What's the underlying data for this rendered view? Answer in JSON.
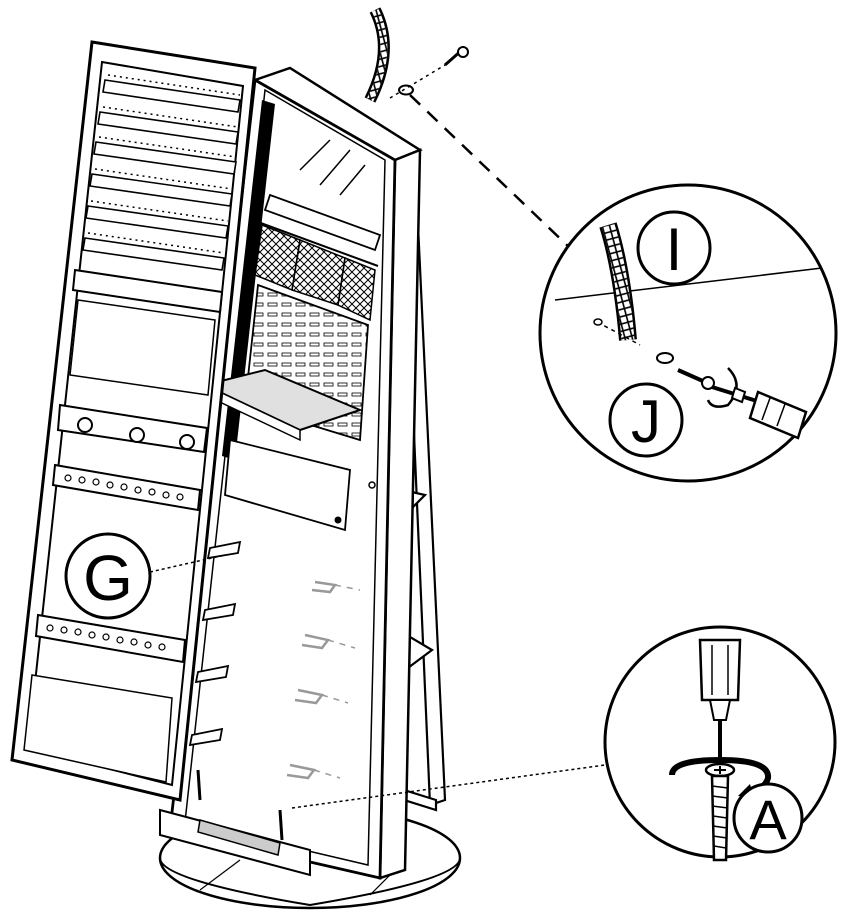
{
  "diagram": {
    "labels": {
      "G": "G",
      "I": "I",
      "J": "J",
      "A": "A"
    },
    "colors": {
      "line": "#000000",
      "paper": "#ffffff",
      "glass": "#e8e8e8",
      "shade": "#bbbbbb",
      "hinge": "#999999"
    },
    "icons": {
      "cable": "braided-cable-icon",
      "screw": "screw-icon",
      "washer": "washer-icon",
      "screwdriver": "screwdriver-icon",
      "bolt": "bolt-icon",
      "rotation": "rotation-arrow-icon"
    }
  }
}
